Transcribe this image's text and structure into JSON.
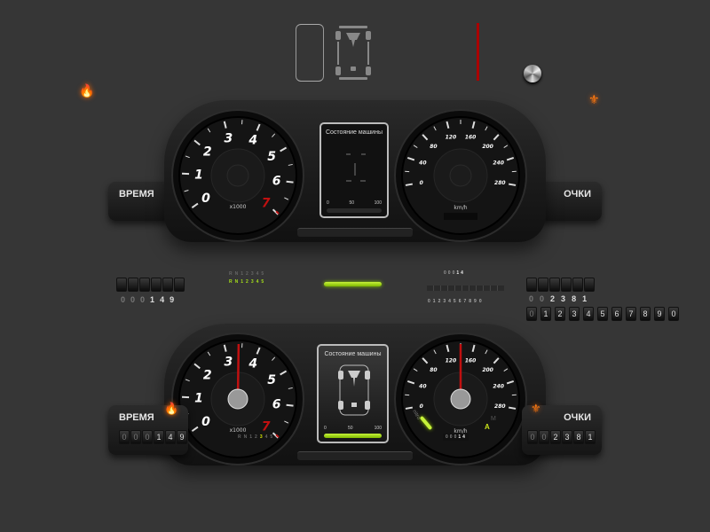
{
  "colors": {
    "accent_green": "#a6e01a",
    "needle_red": "#c01010",
    "flame_orange": "#ff7a10",
    "background": "#363636"
  },
  "icons": [
    "car-outline-icon",
    "car-chassis-icon",
    "needle-sprite",
    "metal-knob-icon",
    "flame-icon",
    "nitro-bottle-icon"
  ],
  "tachometer": {
    "labels": [
      "0",
      "1",
      "2",
      "3",
      "4",
      "5",
      "6",
      "7"
    ],
    "unit": "x1000",
    "redline_from": 7
  },
  "speedometer": {
    "labels": [
      "0",
      "40",
      "80",
      "120",
      "160",
      "200",
      "240",
      "280"
    ],
    "unit": "km/h"
  },
  "top_dash": {
    "left_label": "ВРЕМЯ",
    "right_label": "ОЧКИ",
    "screen": {
      "title": "Состояние машины",
      "scale": [
        "0",
        "50",
        "100"
      ],
      "level": 0
    }
  },
  "sprites": {
    "time_digits": [
      "0",
      "0",
      "0",
      "1",
      "4",
      "9"
    ],
    "gears_dim": [
      "R",
      "N",
      "1",
      "2",
      "3",
      "4",
      "5"
    ],
    "gears_lit": [
      "R",
      "N",
      "1",
      "2",
      "3",
      "4",
      "5"
    ],
    "mini_odo": [
      "0",
      "0",
      "0",
      "1",
      "4"
    ],
    "mini_digits": [
      "0",
      "1",
      "2",
      "3",
      "4",
      "5",
      "6",
      "7",
      "8",
      "9",
      "0"
    ],
    "score_digits": [
      "0",
      "0",
      "2",
      "3",
      "8",
      "1"
    ],
    "digit_tiles": [
      "0",
      "1",
      "2",
      "3",
      "4",
      "5",
      "6",
      "7",
      "8",
      "9",
      "0"
    ]
  },
  "bottom_dash": {
    "left_label": "ВРЕМЯ",
    "right_label": "ОЧКИ",
    "time": [
      "0",
      "0",
      "0",
      "1",
      "4",
      "9"
    ],
    "score": [
      "0",
      "0",
      "2",
      "3",
      "8",
      "1"
    ],
    "gears": [
      "R",
      "N",
      "1",
      "2",
      "3",
      "4",
      "5"
    ],
    "current_gear": "3",
    "rpm": 3.4,
    "speed": 140,
    "nitro_label": "nitro",
    "nitro_level": 0.6,
    "mode_auto": "A",
    "mode_manual": "M",
    "odo": [
      "0",
      "0",
      "0",
      "1",
      "4"
    ],
    "screen": {
      "title": "Состояние машины",
      "scale": [
        "0",
        "50",
        "100"
      ],
      "level": 1
    }
  }
}
